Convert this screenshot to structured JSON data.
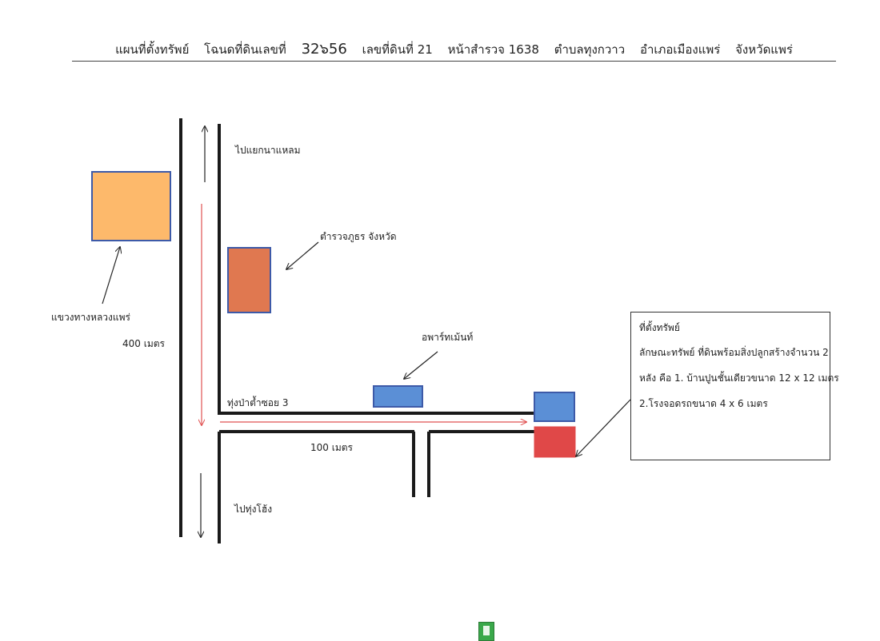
{
  "header": {
    "title": "แผนที่ตั้งทรัพย์",
    "deed": "โฉนดที่ดินเลขที่",
    "deed_no": "32๖56",
    "land_no": "เลขที่ดินที่ 21",
    "survey": "หน้าสำรวจ 1638",
    "subdistrict": "ตำบลทุงกวาว",
    "district": "อำเภอเมืองแพร่",
    "province": "จังหวัดแพร่"
  },
  "labels": {
    "north": "ไปแยกนาแหลม",
    "south": "ไปทุ่งโฮ้ง",
    "police": "ตำรวจภูธร จังหวัด",
    "highway": "แขวงทางหลวงแพร่",
    "dist400": "400 เมตร",
    "apartment": "อพาร์ทเม้นท์",
    "soi": "ทุ่งป่าต้ำซอย 3",
    "dist100": "100 เมตร"
  },
  "info": {
    "line1": "ที่ตั้งทรัพย์",
    "line2": "ลักษณะทรัพย์  ที่ดินพร้อมสิ่งปลูกสร้างจำนวน 2",
    "line3": "หลัง   คือ  1. บ้านปูนชั้นเดียวขนาด  12 x 12 เมตร",
    "line4": "2.โรงจอดรถขนาด  4 x 6 เมตร"
  },
  "colors": {
    "road": "#1a1a1a",
    "route": "#e05050",
    "highway_office": "#fdb96b",
    "police_station": "#e07850",
    "apartment": "#5b8fd6",
    "house": "#5b8fd6",
    "garage": "#e04848",
    "outline": "#3d5aa8"
  }
}
